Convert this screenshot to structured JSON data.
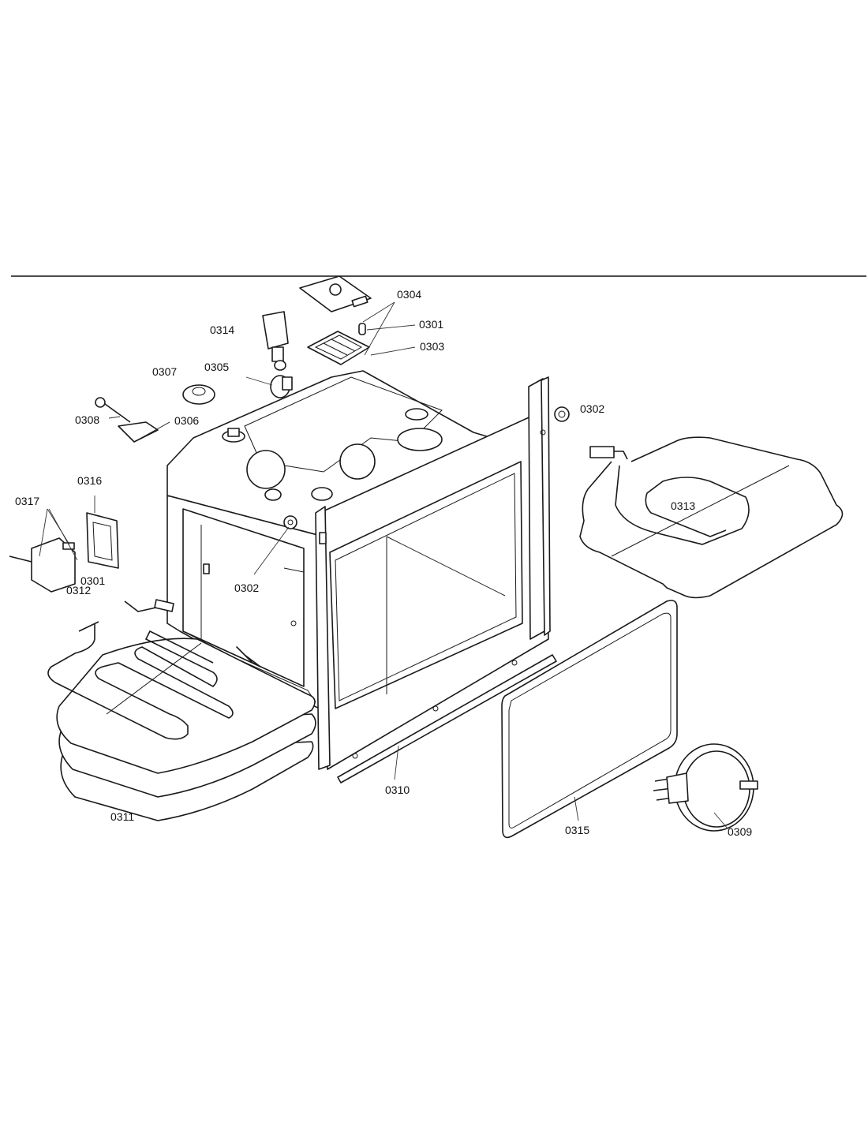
{
  "labels": {
    "l0304": "0304",
    "l0301a": "0301",
    "l0303": "0303",
    "l0314": "0314",
    "l0307": "0307",
    "l0305": "0305",
    "l0302a": "0302",
    "l0308": "0308",
    "l0306": "0306",
    "l0316": "0316",
    "l0317": "0317",
    "l0313": "0313",
    "l0301b": "0301",
    "l0302b": "0302",
    "l0312": "0312",
    "l0310": "0310",
    "l0311": "0311",
    "l0315": "0315",
    "l0309": "0309"
  }
}
